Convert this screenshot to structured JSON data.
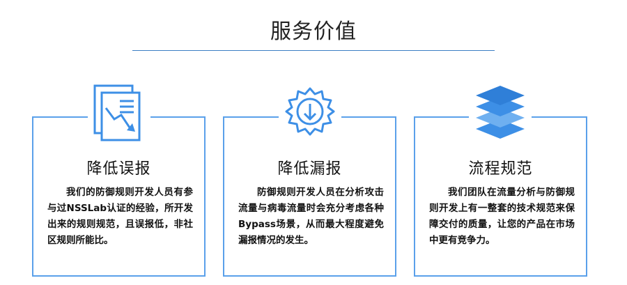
{
  "section": {
    "title": "服务价值"
  },
  "cards": [
    {
      "icon": "chart-down-document-icon",
      "heading": "降低误报",
      "body": "我们的防御规则开发人员有参与过NSSLab认证的经验，所开发出来的规则规范，且误报低，非社区规则所能比。"
    },
    {
      "icon": "download-gear-icon",
      "heading": "降低漏报",
      "body": "防御规则开发人员在分析攻击流量与病毒流量时会充分考虑各种Bypass场景，从而最大程度避免漏报情况的发生。"
    },
    {
      "icon": "stacked-layers-icon",
      "heading": "流程规范",
      "body": "我们团队在流量分析与防御规则开发上有一整套的技术规范来保障交付的质量，让您的产品在市场中更有竞争力。"
    }
  ],
  "colors": {
    "accent": "#5aa0ea",
    "icon_blue": "#3d8fe6",
    "rule": "#3b7fc4"
  }
}
